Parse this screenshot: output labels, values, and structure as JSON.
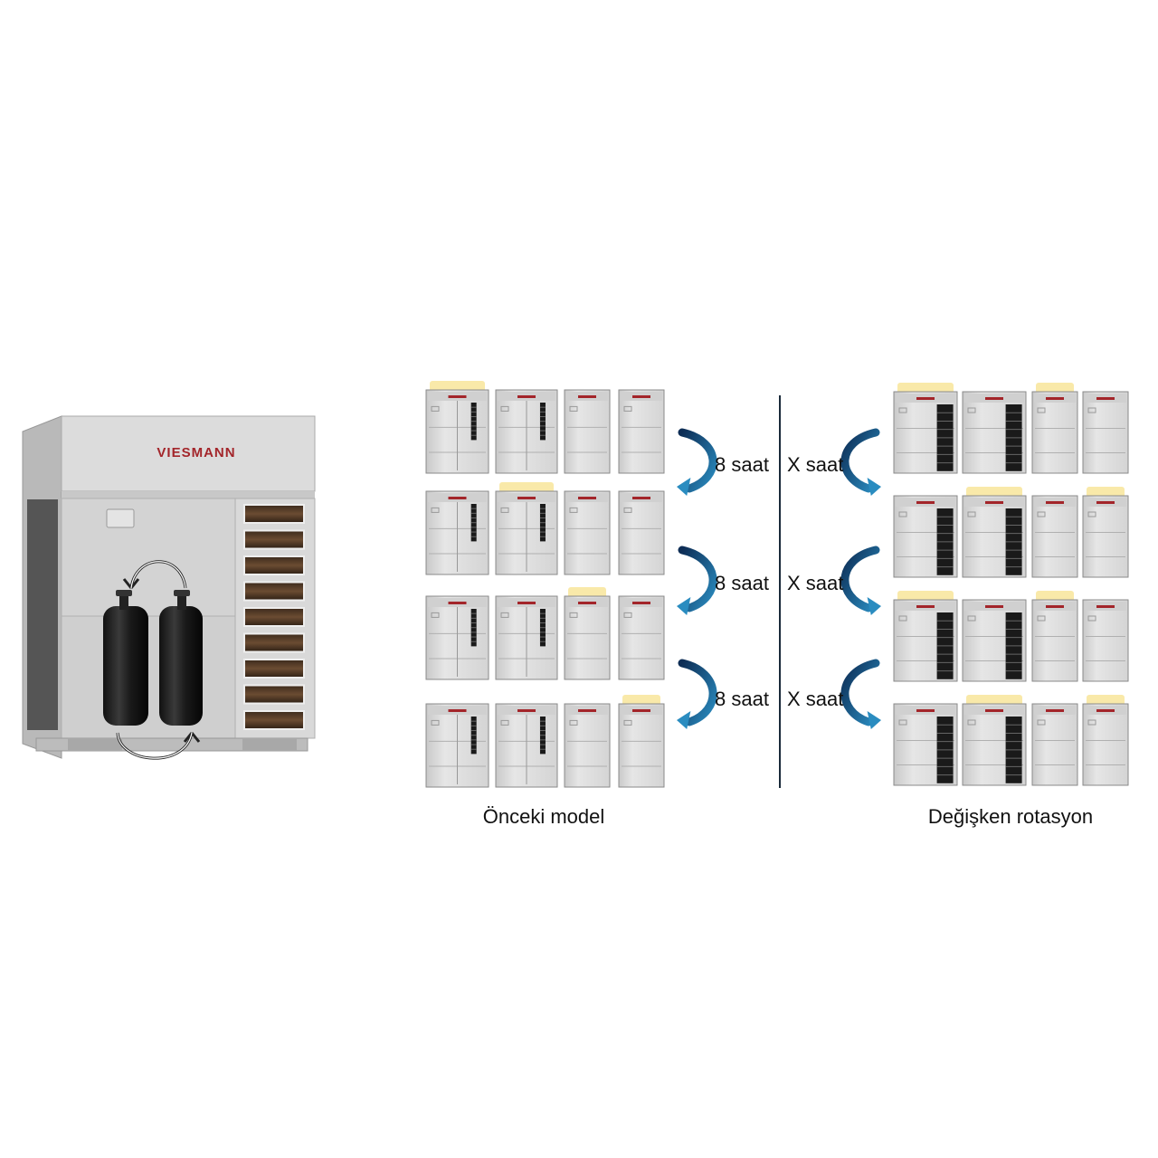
{
  "brand": {
    "logo_text": "VIESMANN",
    "logo_color": "#a3252a"
  },
  "left_column": {
    "interval_label": "8 saat",
    "caption": "Önceki model",
    "rows": [
      {
        "active_unit": 1
      },
      {
        "active_unit": 2
      },
      {
        "active_unit": 3
      },
      {
        "active_unit": 4
      }
    ]
  },
  "right_column": {
    "interval_label": "X saat",
    "caption": "Değişken rotasyon",
    "rows": [
      {
        "active_units": [
          1,
          3
        ]
      },
      {
        "active_units": [
          2,
          4
        ]
      },
      {
        "active_units": [
          1,
          3
        ]
      },
      {
        "active_units": [
          2,
          4
        ]
      }
    ]
  },
  "colors": {
    "arrow": "#1d6f9e",
    "arrow_dark": "#0d2d55",
    "highlight": "#f8e7a0",
    "unit_body": "#e3e3e3",
    "divider": "#1a2a3a"
  },
  "icons": [
    "rotation-arrow-icon",
    "compressor-icon",
    "outdoor-unit-icon"
  ]
}
